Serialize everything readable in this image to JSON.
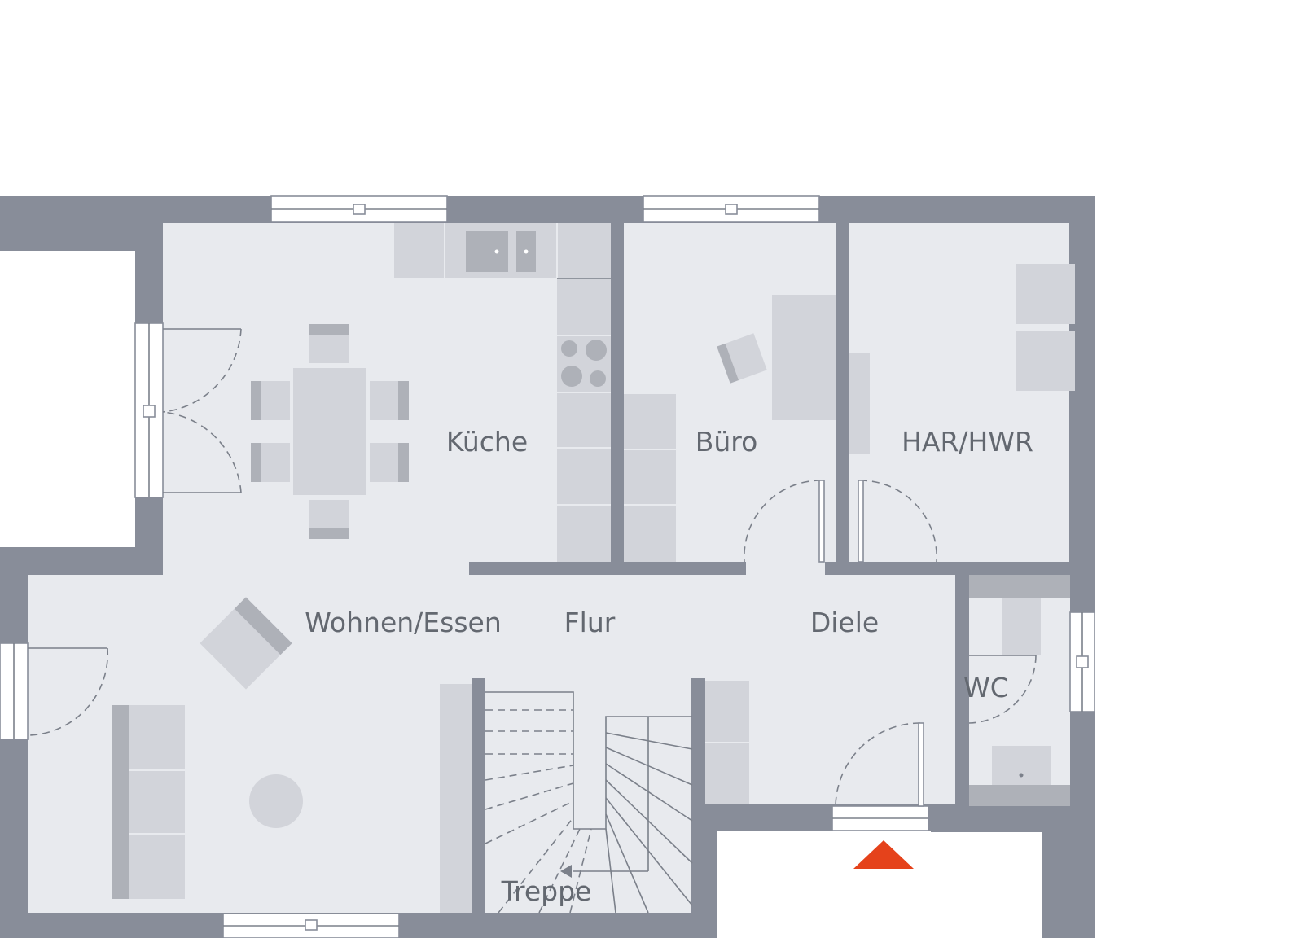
{
  "rooms": {
    "kueche": "Küche",
    "buero": "Büro",
    "har_hwr": "HAR/HWR",
    "wohnen_essen": "Wohnen/Essen",
    "flur": "Flur",
    "diele": "Diele",
    "wc": "WC",
    "treppe": "Treppe"
  },
  "colors": {
    "wall": "#888d99",
    "floor": "#e8eaee",
    "furniture": "#d2d4da",
    "furniture_dark": "#aeb1b8",
    "label": "#636870",
    "entrance_marker": "#e5421b"
  },
  "icons": {
    "entrance": "entrance-arrow-icon"
  }
}
